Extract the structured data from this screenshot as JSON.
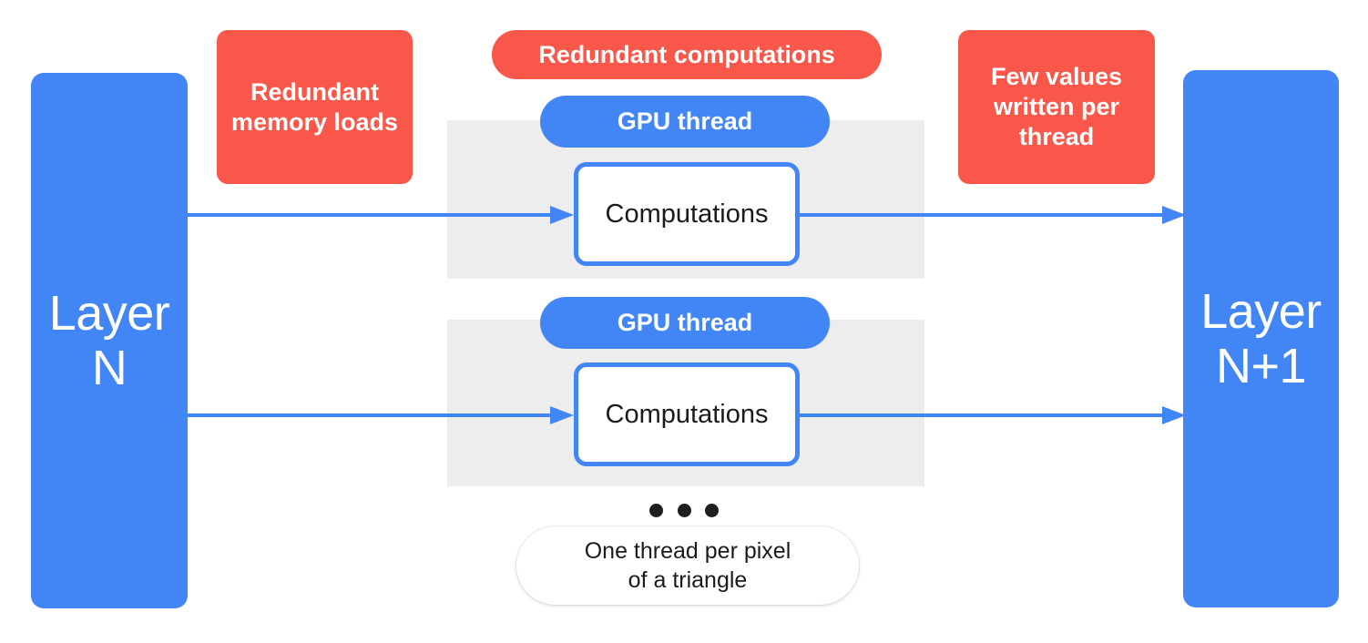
{
  "diagram": {
    "title": "GPU thread redundancy diagram",
    "colors": {
      "blue": "#4285F4",
      "red": "#F9574A",
      "gray_panel": "#EDEDED",
      "white": "#FFFFFF",
      "text_dark": "#1B1B1B"
    }
  },
  "layers": {
    "input": {
      "label": "Layer\nN",
      "line1": "Layer",
      "line2": "N"
    },
    "output": {
      "label": "Layer\nN+1",
      "line1": "Layer",
      "line2": "N+1"
    }
  },
  "badges": [
    {
      "id": "redundant-memory-loads",
      "text": "Redundant memory loads",
      "shape": "rounded-rect",
      "color": "#F9574A"
    },
    {
      "id": "redundant-computations",
      "text": "Redundant computations",
      "shape": "pill",
      "color": "#F9574A"
    },
    {
      "id": "few-values-written-per-thread",
      "text": "Few values written per thread",
      "shape": "rounded-rect",
      "color": "#F9574A"
    }
  ],
  "threads": [
    {
      "pill_label": "GPU thread",
      "box_label": "Computations"
    },
    {
      "pill_label": "GPU thread",
      "box_label": "Computations"
    }
  ],
  "ellipsis": {
    "dot_count": 3,
    "meaning": "more threads"
  },
  "caption": {
    "text": "One thread per pixel of a triangle",
    "line1": "One thread per pixel",
    "line2": "of a triangle"
  },
  "arrows": [
    {
      "id": "input-to-thread-1",
      "direction": "right",
      "from": "Layer N",
      "to": "Computations (thread 1)"
    },
    {
      "id": "input-to-thread-2",
      "direction": "right",
      "from": "Layer N",
      "to": "Computations (thread 2)"
    },
    {
      "id": "thread-1-to-output",
      "direction": "right",
      "from": "Computations (thread 1)",
      "to": "Layer N+1"
    },
    {
      "id": "thread-2-to-output",
      "direction": "right",
      "from": "Computations (thread 2)",
      "to": "Layer N+1"
    }
  ]
}
